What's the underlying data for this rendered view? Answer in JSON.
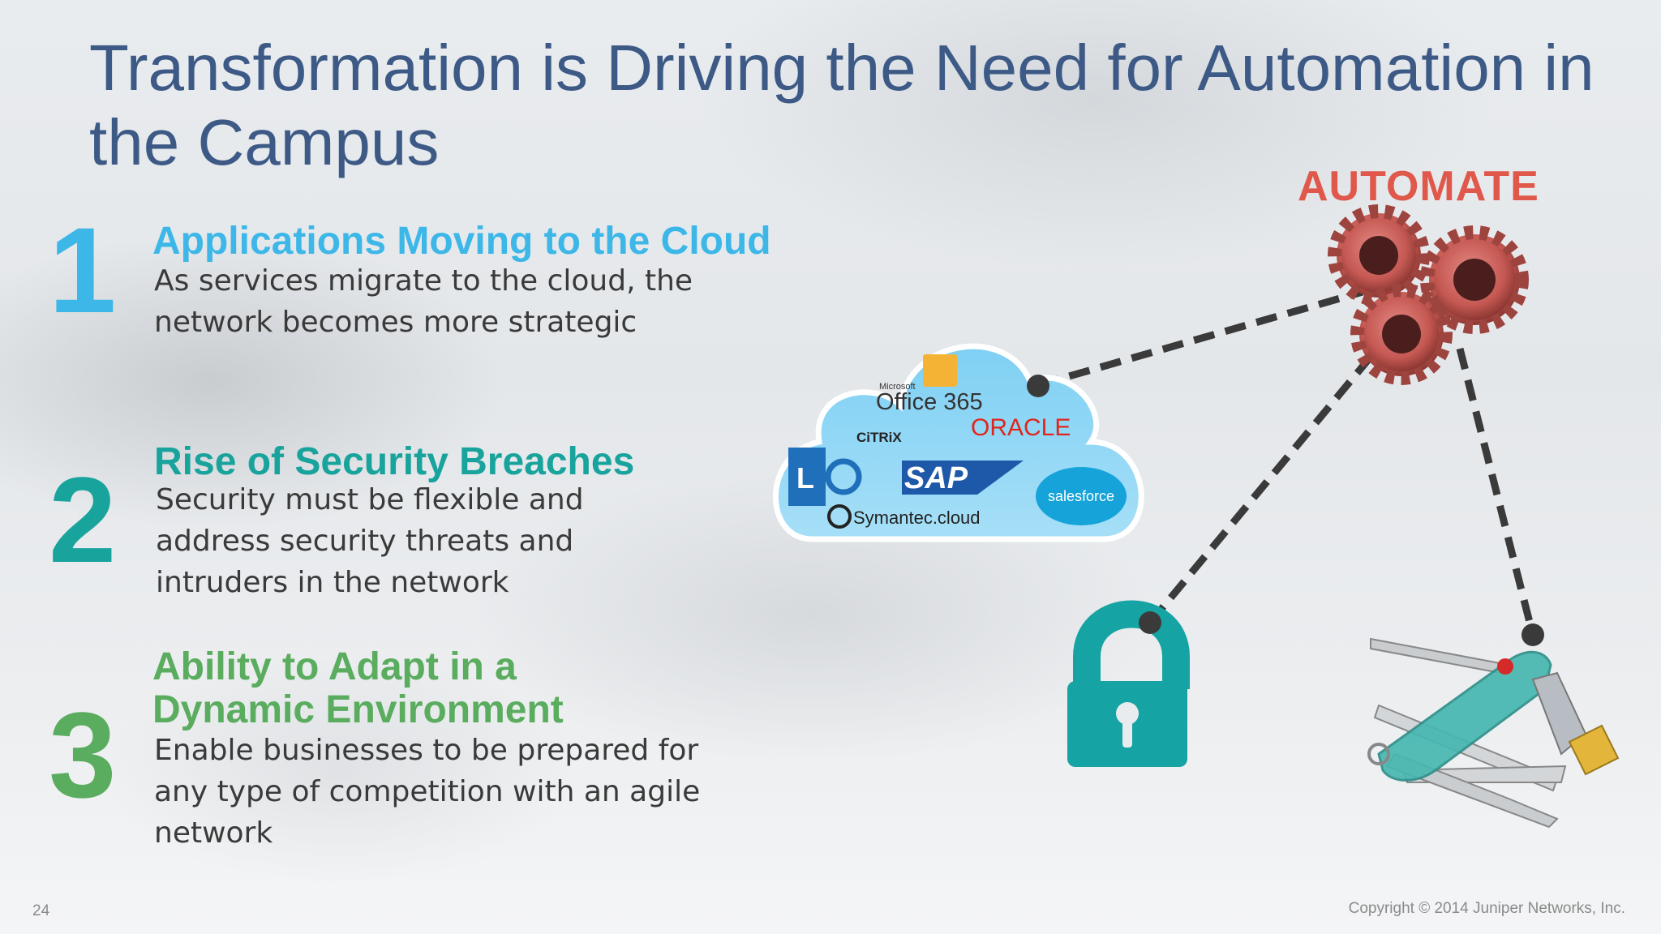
{
  "slide": {
    "title": "Transformation is Driving the Need for Automation in the Campus",
    "page_number": "24",
    "copyright": "Copyright © 2014 Juniper Networks, Inc."
  },
  "items": [
    {
      "number": "1",
      "heading": "Applications Moving to the Cloud",
      "description": "As services migrate to the cloud, the network becomes more strategic",
      "color": "#3db7e8"
    },
    {
      "number": "2",
      "heading": "Rise of Security Breaches",
      "description": "Security must be flexible and address security threats and intruders in the network",
      "color": "#18a39c"
    },
    {
      "number": "3",
      "heading_line1": "Ability to Adapt in a",
      "heading_line2": "Dynamic Environment",
      "description": "Enable businesses to be prepared for any type of competition with an agile network",
      "color": "#5aac5e"
    }
  ],
  "diagram": {
    "automate_label": "AUTOMATE",
    "automate_color": "#e0584b",
    "cloud_logos": {
      "office_small": "Microsoft",
      "office": "Office 365",
      "oracle": "ORACLE",
      "citrix": "CiTRiX",
      "sap": "SAP",
      "symantec": "Symantec.cloud",
      "salesforce": "salesforce",
      "lync": "L"
    },
    "icons": [
      "gears-icon",
      "cloud-icon",
      "padlock-icon",
      "swiss-army-knife-icon"
    ]
  }
}
